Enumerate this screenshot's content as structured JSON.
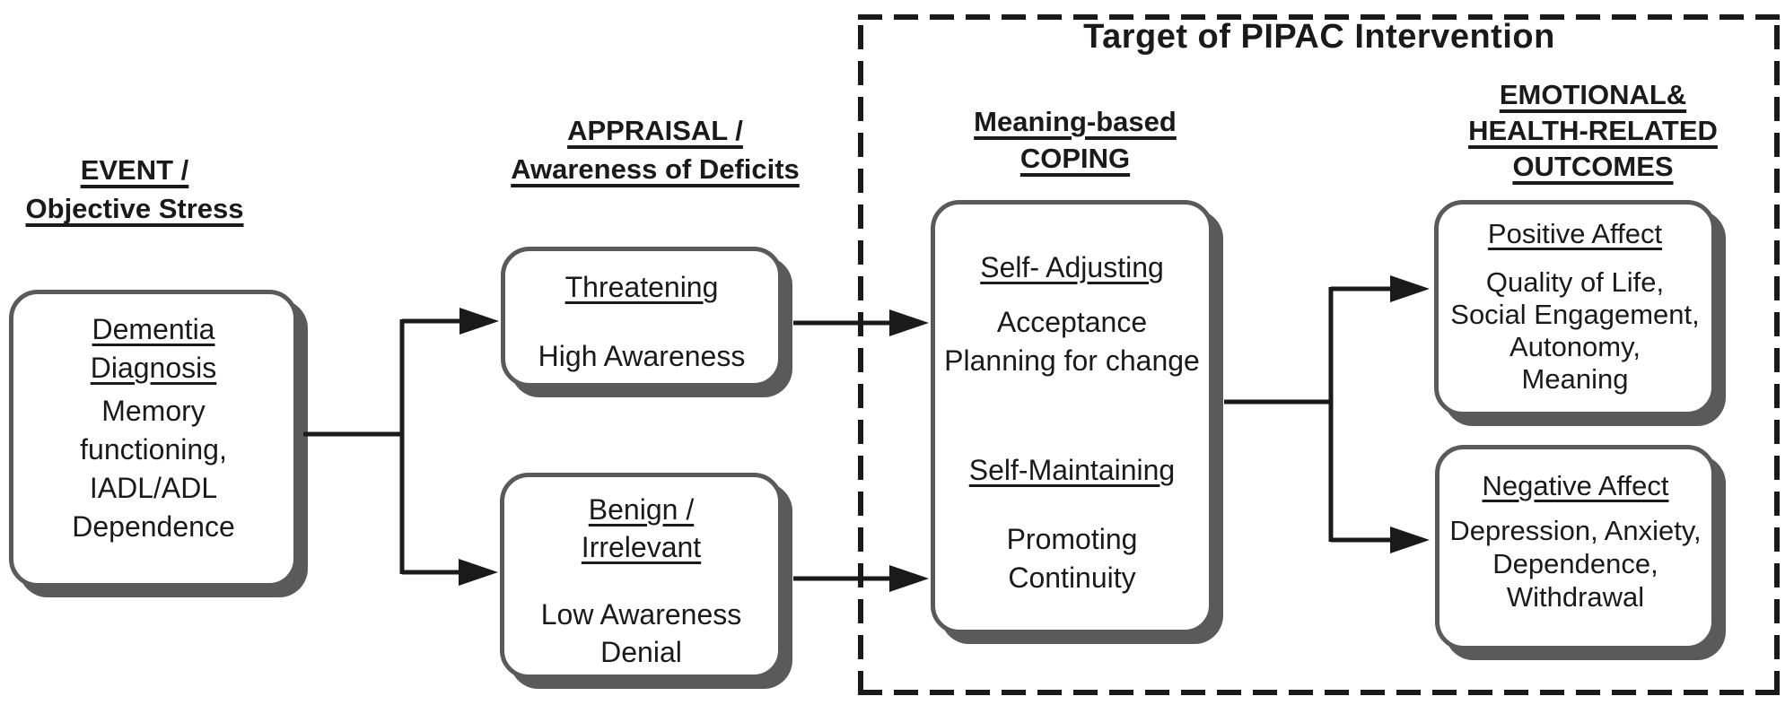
{
  "title": "Target of PIPAC Intervention",
  "headings": {
    "event": [
      "EVENT /",
      "Objective Stress"
    ],
    "appraisal": [
      "APPRAISAL /",
      "Awareness of Deficits"
    ],
    "coping": [
      "Meaning-based",
      "COPING"
    ],
    "outcomes": [
      "EMOTIONAL&",
      "HEALTH-RELATED",
      "OUTCOMES"
    ]
  },
  "boxes": {
    "dementia": {
      "title_lines": [
        "Dementia",
        "Diagnosis"
      ],
      "body_lines": [
        "Memory",
        "functioning,",
        "IADL/ADL",
        "Dependence"
      ]
    },
    "threatening": {
      "title_lines": [
        "Threatening"
      ],
      "body_lines": [
        "High Awareness"
      ]
    },
    "benign": {
      "title_lines": [
        "Benign /",
        "Irrelevant"
      ],
      "body_lines": [
        "Low Awareness",
        "Denial"
      ]
    },
    "coping": {
      "sections": [
        {
          "title": "Self- Adjusting",
          "body_lines": [
            "Acceptance",
            "Planning for change"
          ]
        },
        {
          "title": "Self-Maintaining",
          "body_lines": [
            "Promoting",
            "Continuity"
          ]
        }
      ]
    },
    "positive": {
      "title_lines": [
        "Positive Affect"
      ],
      "body_lines": [
        "Quality of Life,",
        "Social Engagement,",
        "Autonomy,",
        "Meaning"
      ]
    },
    "negative": {
      "title_lines": [
        "Negative Affect"
      ],
      "body_lines": [
        "Depression, Anxiety,",
        "Dependence,",
        "Withdrawal"
      ]
    }
  },
  "colors": {
    "box_border": "#5a5a5a",
    "box_shadow": "#5a5a5a",
    "connector": "#1a1a1a",
    "dashed_border": "#1a1a1a",
    "text": "#1a1a1a",
    "background": "#ffffff"
  }
}
